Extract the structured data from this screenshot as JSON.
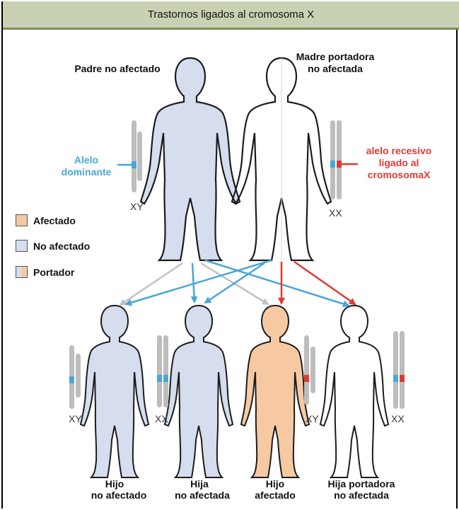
{
  "title": "Trastornos ligados al cromosoma X",
  "parents": {
    "father": {
      "label": "Padre no afectado",
      "chromosomes": "XY"
    },
    "mother": {
      "label_line1": "Madre portadora",
      "label_line2": "no afectada",
      "chromosomes": "XX"
    }
  },
  "annotations": {
    "dominant_line1": "Alelo",
    "dominant_line2": "dominante",
    "recessive_line1": "alelo recesivo",
    "recessive_line2": "ligado al",
    "recessive_line3": "cromosomaX"
  },
  "legend": [
    {
      "label": "Afectado",
      "color": "#f6c9a3"
    },
    {
      "label": "No afectado",
      "color": "#d5ddee"
    },
    {
      "label": "Portador",
      "colors": [
        "#d5ddee",
        "#f6c9a3"
      ]
    }
  ],
  "children": [
    {
      "line1": "Hijo",
      "line2": "no afectado",
      "chromosomes": "XY"
    },
    {
      "line1": "Hija",
      "line2": "no afectada",
      "chromosomes": "XX"
    },
    {
      "line1": "Hijo",
      "line2": "afectado",
      "chromosomes": "XY"
    },
    {
      "line1": "Hija portadora",
      "line2": "no afectada",
      "chromosomes": "XX"
    }
  ],
  "colors": {
    "unaffected_fill": "#d5ddee",
    "affected_fill": "#f6c9a3",
    "dominant_allele": "#4aa6d6",
    "recessive_allele": "#e03a32",
    "title_bar": "#c9d1b3"
  }
}
